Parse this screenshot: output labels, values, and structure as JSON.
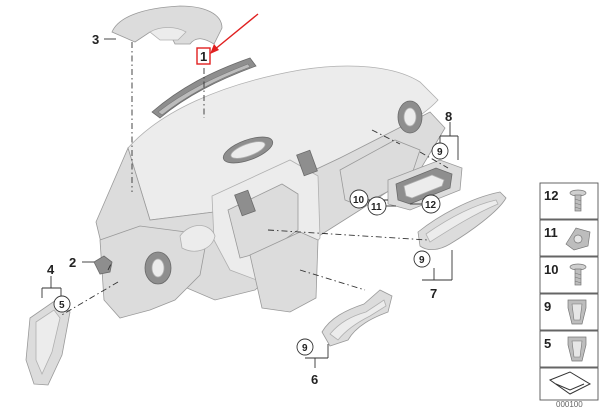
{
  "callouts": {
    "c1": "1",
    "c2": "2",
    "c3": "3",
    "c4": "4",
    "c5": "5",
    "c6": "6",
    "c7": "7",
    "c8": "8",
    "c9a": "9",
    "c9b": "9",
    "c9c": "9",
    "c10": "10",
    "c11": "11",
    "c12": "12"
  },
  "side_panel": {
    "items": [
      {
        "number": "12",
        "icon": "screw-icon"
      },
      {
        "number": "11",
        "icon": "clip-nut-icon"
      },
      {
        "number": "10",
        "icon": "screw-icon"
      },
      {
        "number": "9",
        "icon": "clip-icon"
      },
      {
        "number": "5",
        "icon": "clip-icon"
      },
      {
        "number": "",
        "icon": "mat-icon"
      }
    ]
  },
  "footer_code": "000100",
  "colors": {
    "highlight": "#e02020",
    "part": "#dcdcdc",
    "line": "#333333"
  }
}
